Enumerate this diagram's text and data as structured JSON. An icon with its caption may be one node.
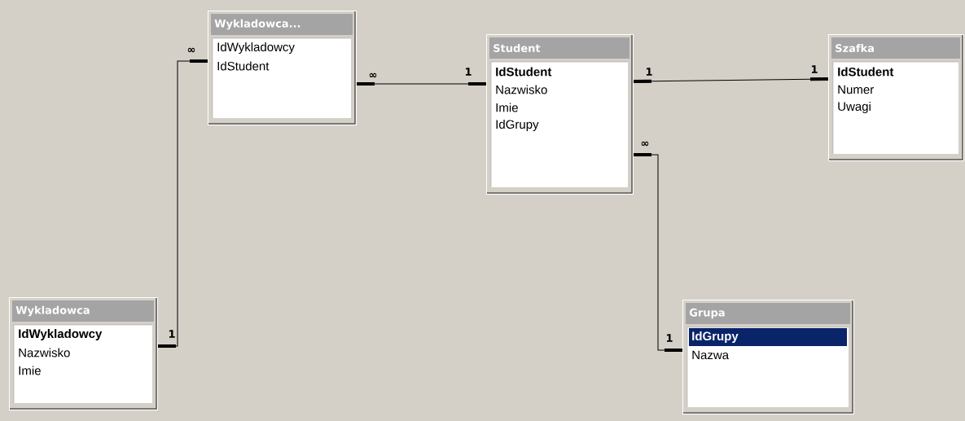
{
  "diagram": {
    "nodes": [
      {
        "text": [
          "Wykladowca...",
          "IdWykladowcy",
          "IdStudent"
        ]
      },
      {
        "text": [
          "Student",
          "**IdStudent**",
          "Nazwisko",
          "Imie",
          "IdGrupy"
        ]
      },
      {
        "text": [
          "Szafka",
          "**IdStudent**",
          "Numer",
          "Uwagi"
        ]
      },
      {
        "text": [
          "Wykladowca",
          "**IdWykladowcy**",
          "Nazwisko",
          "Imie"
        ]
      },
      {
        "text": [
          "Grupa",
          "**IdGrupy**",
          "Nazwa"
        ]
      }
    ],
    "edges": [
      {
        "from": 3,
        "to": 0,
        "arrow": "other"
      },
      {
        "from": 1,
        "to": 0,
        "arrow": "other"
      },
      {
        "from": 1,
        "to": 2,
        "arrow": "other"
      },
      {
        "from": 4,
        "to": 1,
        "arrow": "other"
      }
    ],
    "labels": [
      "∞",
      "1",
      "1",
      "1",
      "∞",
      "∞",
      "1",
      "1"
    ]
  }
}
